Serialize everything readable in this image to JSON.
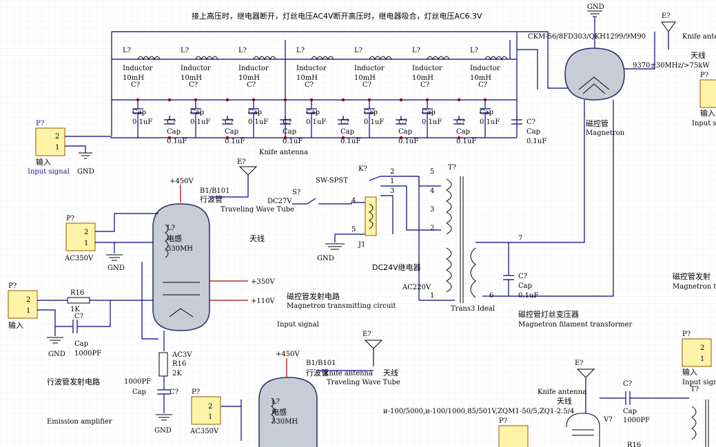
{
  "title_note": "接上高压时，继电器断开，灯丝电压AC4V断开高压时，继电器吸合，灯丝电压AC6.3V",
  "magnetron": {
    "part": "CKM-56/8FD303/QKH1299/9M90",
    "freq": "9370±30MHz/>75kW",
    "cn": "磁控管",
    "en": "Magnetron",
    "gnd": "GND",
    "antenna_ref": "E?",
    "antenna_label": "Knife antenna",
    "antenna_cn": "天线"
  },
  "filter": {
    "ind_ref": "L?",
    "ind_type": "Inductor",
    "ind_val": "10mH",
    "cap_ref": "C?",
    "cap_type": "Cap",
    "cap_val": "0.1uF",
    "knife": "Knife antenna"
  },
  "input_top": {
    "ref": "P?",
    "p2": "2",
    "p1": "1",
    "cn": "输入",
    "en": "Input signal",
    "gnd": "GND"
  },
  "twt": {
    "hv": "+450V",
    "part": "B1/B101",
    "cn": "行波管",
    "en": "Traveling Wave Tube",
    "ind_ref": "L?",
    "ind_cn": "电感",
    "ind_val": "330MH",
    "antenna_ref": "E?",
    "antenna_cn": "天线",
    "v350": "+350V",
    "v110": "+110V",
    "ac3v": "AC3V",
    "r16": "R16",
    "r16v": "2K",
    "cap_val": "1000PF",
    "cap_type": "Cap",
    "cap_ref": "C?",
    "gnd": "GND"
  },
  "ac350": {
    "ref": "P?",
    "p2": "2",
    "p1": "1",
    "label": "AC350V",
    "gnd": "GND"
  },
  "input_left": {
    "ref": "P?",
    "p2": "2",
    "p1": "1",
    "cn": "输入",
    "r": "R16",
    "rv": "1K",
    "c": "C?",
    "ct": "Cap",
    "cv": "1000PF",
    "gnd": "GND"
  },
  "amp": {
    "cn": "行波管发射电路",
    "en": "Emission amplifier"
  },
  "relay": {
    "sw_ref": "S?",
    "sw_type": "SW-SPST",
    "dc27": "DC27V",
    "k_ref": "K?",
    "pins": [
      "2",
      "1",
      "3",
      "4",
      "5"
    ],
    "j": "J1",
    "gnd": "GND",
    "cn": "DC24V继电器",
    "ac220": "AC220V"
  },
  "xfmr": {
    "ref": "T?",
    "pins": [
      "5",
      "4",
      "3",
      "2",
      "1",
      "7",
      "6"
    ],
    "name": "Trans3 Ideal",
    "cap_ref": "C?",
    "cap_type": "Cap",
    "cap_val": "0.1uF",
    "cn": "磁控管灯丝变压器",
    "en": "Magnetron filament transformer"
  },
  "transmit": {
    "cn": "磁控管发射电路",
    "en": "Magnetron transmitting circuit",
    "input": "Input signal"
  },
  "right_edge": {
    "knife": "Knife ante",
    "antenna_cn": "天线",
    "p_ref": "P?",
    "in_cn": "输入",
    "in_en": "Input si",
    "mag_cn": "磁控管发射",
    "mag_en": "Magnetron tr",
    "p2_ref": "P?",
    "p2_2": "2",
    "p2_1": "1",
    "p2_cn": "输入",
    "p2_en": "Input signa"
  },
  "bottom": {
    "twt_hv": "+450V",
    "twt_part": "B1/B101",
    "twt_cn": "行波管",
    "knife": "Knife antenna",
    "antenna_cn": "天线",
    "twt_en": "Traveling Wave Tube",
    "ind_ref": "L?",
    "ind_cn": "电感",
    "ind_val": "330MH",
    "antenna_ref": "E?",
    "ac350_ref": "P?",
    "ac350_2": "2",
    "ac350_1": "1",
    "ac350": "AC350V",
    "parts_list": "и-100/5000,и-100/1000,85/501V,ZQM1-50/5,ZQ1-2.5/4",
    "v_ref": "V?",
    "p_ref": "P?",
    "cap_ref": "C?",
    "cap_type": "Cap",
    "cap_val": "1000PF",
    "knife2": "Knife antenna",
    "antenna_cn2": "天线",
    "e_ref": "E?",
    "t_ref": "T?",
    "r16": "R16"
  }
}
